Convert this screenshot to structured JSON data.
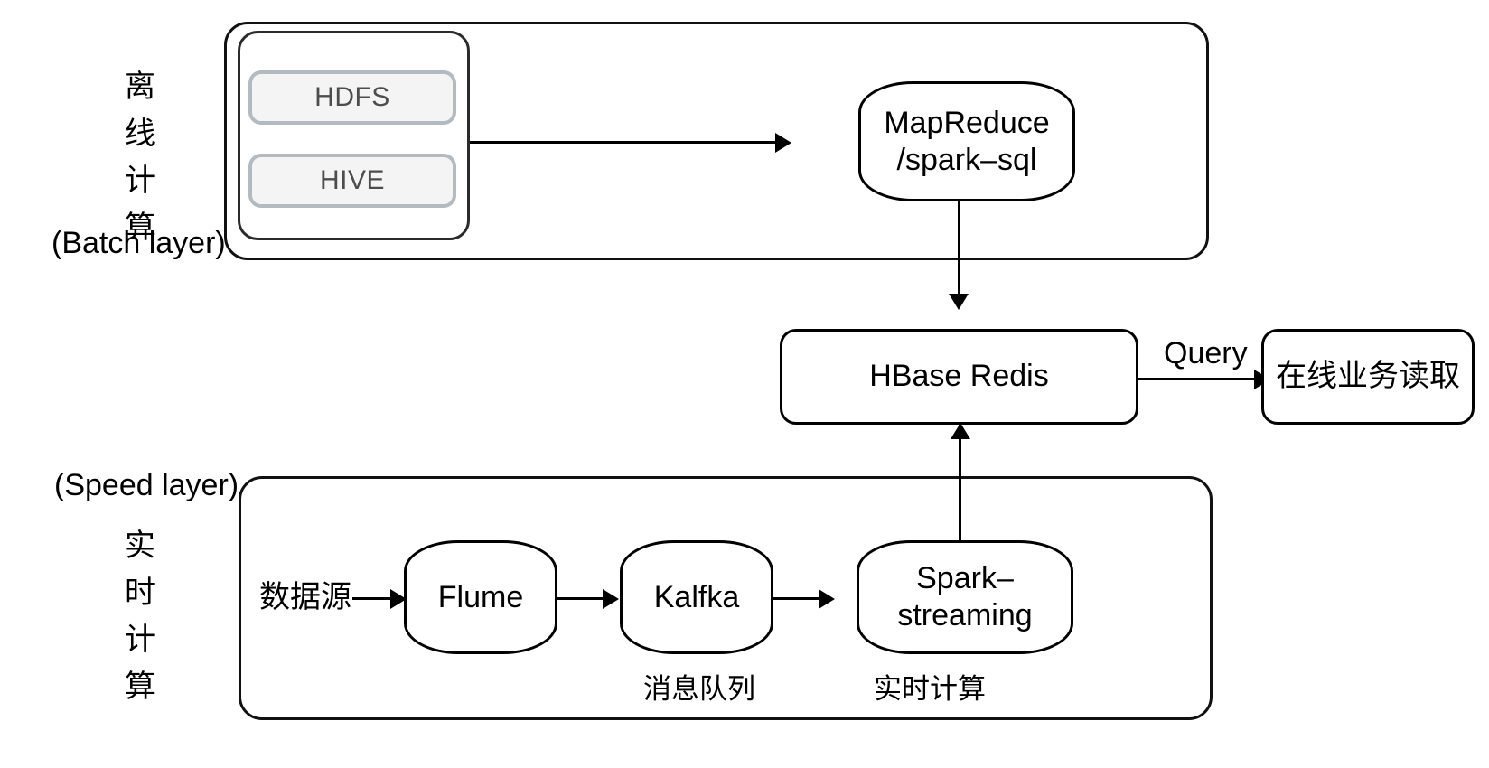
{
  "diagram": {
    "title_hidden": "",
    "batch_layer": {
      "label_cn": "离\n线\n计\n算",
      "label_en": "(Batch layer)",
      "storage": [
        {
          "name": "HDFS"
        },
        {
          "name": "HIVE"
        }
      ],
      "compute": "MapReduce\n/spark–sql"
    },
    "speed_layer": {
      "label_en": "(Speed layer)",
      "label_cn": "实\n时\n计\n算",
      "source": "数据源",
      "pipeline": [
        {
          "name": "Flume",
          "caption": ""
        },
        {
          "name": "Kalfka",
          "caption": "消息队列"
        },
        {
          "name": "Spark–\nstreaming",
          "caption": "实时计算"
        }
      ]
    },
    "serving": {
      "store": "HBase Redis",
      "edge_label": "Query",
      "consumer": "在线业务读取"
    },
    "colors": {
      "stroke": "#000000",
      "container_stroke": "#111111",
      "gray_border": "#b4bbc0",
      "gray_fill": "#f4f4f4",
      "gray_text": "#4d4d4d",
      "background": "#ffffff"
    }
  }
}
